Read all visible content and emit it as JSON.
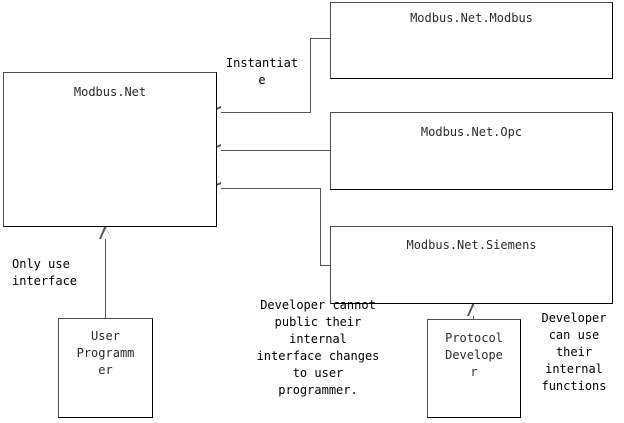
{
  "diagram": {
    "title": "Modbus.Net architecture diagram",
    "colors": {
      "stroke": "#565656",
      "stroke_dark": "#000000",
      "text": "#2b2b2b",
      "background": "#ffffff"
    },
    "nodes": [
      {
        "id": "modbus-net",
        "label": "Modbus.Net"
      },
      {
        "id": "modbus-net-modbus",
        "label": "Modbus.Net.Modbus"
      },
      {
        "id": "modbus-net-opc",
        "label": "Modbus.Net.Opc"
      },
      {
        "id": "modbus-net-siemens",
        "label": "Modbus.Net.Siemens"
      },
      {
        "id": "user-programmer",
        "label": "User\nProgramm\ner"
      },
      {
        "id": "protocol-developer",
        "label": "Protocol\nDevelope\nr"
      }
    ],
    "edge_labels": [
      {
        "id": "instantiate",
        "text": "Instantiat\ne"
      },
      {
        "id": "only-use-interface",
        "text": "Only use\ninterface"
      }
    ],
    "notes": [
      {
        "id": "note-developer-cannot",
        "text": "Developer cannot\npublic their\ninternal\ninterface changes\nto user\nprogrammer."
      },
      {
        "id": "note-developer-can",
        "text": "Developer\ncan use\ntheir\ninternal\nfunctions"
      }
    ]
  }
}
